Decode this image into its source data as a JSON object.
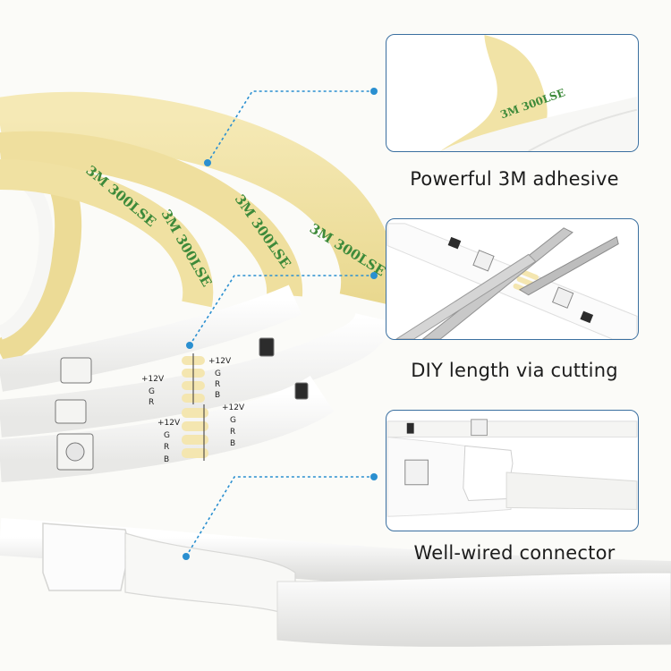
{
  "features": [
    {
      "caption": "Powerful 3M adhesive",
      "icon": "adhesive-tape-closeup"
    },
    {
      "caption": "DIY length via cutting",
      "icon": "scissors-cutting-strip"
    },
    {
      "caption": "Well-wired connector",
      "icon": "strip-connector-closeup"
    }
  ],
  "strip_print": {
    "tape_text": "3M 300LSE",
    "pad_labels": [
      "+12V",
      "G",
      "R",
      "B"
    ]
  },
  "colors": {
    "tape_yellow": "#f1e3a6",
    "tape_text_green": "#3d8a3a",
    "callout_blue": "#2a8fd0",
    "panel_border": "#3a6fa0",
    "solder_pad": "#f4e6b0"
  }
}
